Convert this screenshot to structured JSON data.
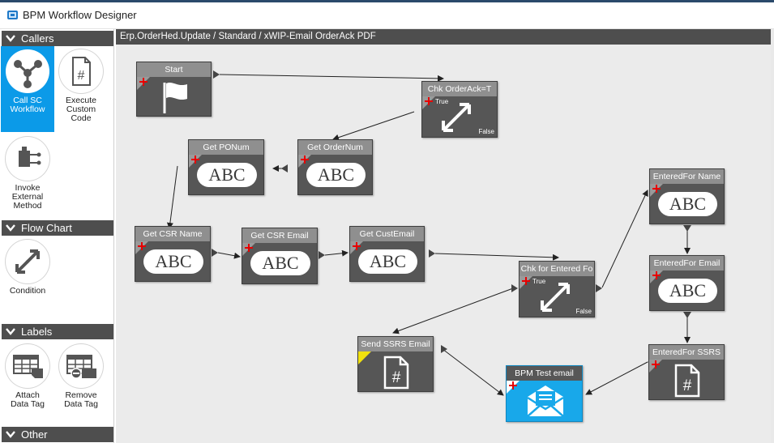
{
  "window": {
    "title": "BPM Workflow Designer"
  },
  "sidebar": {
    "sections": [
      {
        "title": "Callers",
        "tools": [
          {
            "label_lines": [
              "Call SC",
              "Workflow"
            ],
            "icon": "workflow-nodes-icon",
            "selected": true
          },
          {
            "label_lines": [
              "Execute",
              "Custom",
              "Code"
            ],
            "icon": "code-file-icon"
          },
          {
            "label_lines": [
              "Invoke",
              "External",
              "Method"
            ],
            "icon": "external-method-icon"
          }
        ]
      },
      {
        "title": "Flow Chart",
        "tools": [
          {
            "label_lines": [
              "Condition"
            ],
            "icon": "condition-arrows-icon"
          }
        ]
      },
      {
        "title": "Labels",
        "tools": [
          {
            "label_lines": [
              "Attach",
              "Data Tag"
            ],
            "icon": "attach-tag-icon"
          },
          {
            "label_lines": [
              "Remove",
              "Data Tag"
            ],
            "icon": "remove-tag-icon"
          }
        ]
      },
      {
        "title": "Other",
        "tools": []
      }
    ]
  },
  "canvas": {
    "breadcrumb": "Erp.OrderHed.Update / Standard / xWIP-Email OrderAck PDF",
    "nodes": {
      "start": {
        "title": "Start",
        "icon": "flag-icon"
      },
      "chk_orderack": {
        "title": "Chk OrderAck=T",
        "icon": "condition-arrows-icon",
        "true_label": "True",
        "false_label": "False"
      },
      "get_ordernum": {
        "title": "Get OrderNum",
        "icon": "abc-text-icon",
        "text": "ABC"
      },
      "get_ponum": {
        "title": "Get PONum",
        "icon": "abc-text-icon",
        "text": "ABC"
      },
      "get_csr_name": {
        "title": "Get CSR Name",
        "icon": "abc-text-icon",
        "text": "ABC"
      },
      "get_csr_email": {
        "title": "Get CSR Email",
        "icon": "abc-text-icon",
        "text": "ABC"
      },
      "get_custemail": {
        "title": "Get CustEmail",
        "icon": "abc-text-icon",
        "text": "ABC"
      },
      "chk_enteredfor": {
        "title": "Chk for Entered Fo",
        "icon": "condition-arrows-icon",
        "true_label": "True",
        "false_label": "False"
      },
      "enteredfor_name": {
        "title": "EnteredFor Name",
        "icon": "abc-text-icon",
        "text": "ABC"
      },
      "enteredfor_email": {
        "title": "EnteredFor Email",
        "icon": "abc-text-icon",
        "text": "ABC"
      },
      "enteredfor_ssrs": {
        "title": "EnteredFor SSRS",
        "icon": "code-file-icon"
      },
      "send_ssrs_email": {
        "title": "Send SSRS Email",
        "icon": "code-file-icon"
      },
      "bpm_test_email": {
        "title": "BPM Test email",
        "icon": "email-envelope-icon"
      }
    }
  },
  "colors": {
    "accent": "#0b9ae8",
    "header": "#4e4e4e",
    "node_body": "#565656",
    "node_title": "#8f8f8f",
    "plus": "#e80000"
  }
}
